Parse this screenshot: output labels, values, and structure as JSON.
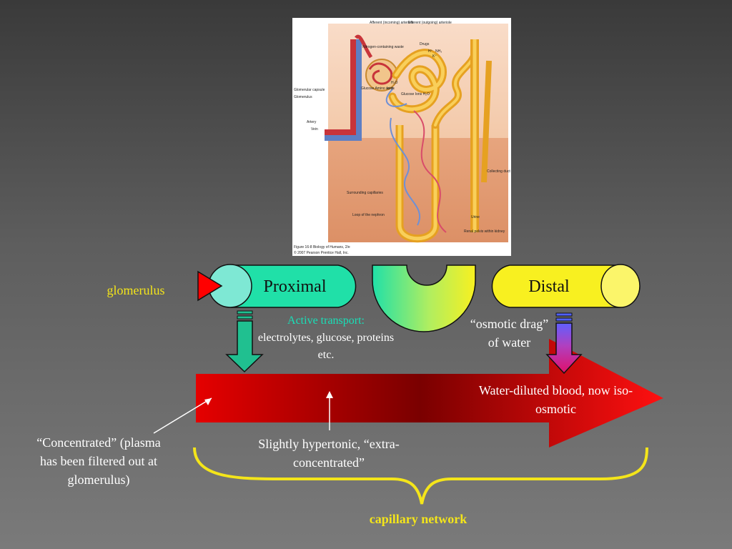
{
  "figure": {
    "labels": {
      "afferent": "Afferent (incoming) arteriole",
      "efferent": "Efferent (outgoing) arteriole",
      "nitrogen": "Nitrogen-containing waste",
      "drugs": "Drugs",
      "h_plus": "H⁺",
      "nh3": "NH₃",
      "k_plus": "K⁺",
      "glomerular_capsule": "Glomerular capsule",
      "glomerulus": "Glomerulus",
      "glucose_amino": "Glucose Amino acids",
      "h2o": "H₂O",
      "ions": "Ions",
      "glucose_ions": "Glucose Ions H₂O",
      "artery": "Artery",
      "vein": "Vein",
      "collecting_duct": "Collecting duct",
      "surrounding_capillaries": "Surrounding capillaries",
      "loop_of_nephron": "Loop of the nephron",
      "urine": "Urine",
      "renal_pelvis": "Renal pelvis within kidney",
      "caption_line1": "Figure 16-8 Biology of Humans, 2/e",
      "caption_line2": "© 2007 Pearson Prentice Hall, Inc."
    }
  },
  "labels": {
    "glomerulus": "glomerulus",
    "proximal": "Proximal",
    "distal": "Distal",
    "active_transport_title": "Active transport:",
    "active_transport_body": "electrolytes, glucose, proteins etc.",
    "osmotic_drag": "“osmotic drag” of water",
    "water_diluted": "Water-diluted blood, now iso-osmotic",
    "slightly_hypertonic": "Slightly hypertonic, “extra-concentrated”",
    "concentrated": "“Concentrated” (plasma has been filtered out at glomerulus)",
    "capillary_network": "capillary network"
  },
  "colors": {
    "proximal_fill": "#20e0a8",
    "proximal_cap": "#7ee8d4",
    "distal_fill": "#f8f020",
    "distal_cap": "#fbf56a",
    "glomerulus_triangle": "#ff0000",
    "blood_arrow_start": "#e50000",
    "blood_arrow_mid": "#7a0000",
    "blood_arrow_end": "#ff1010",
    "bracket": "#f4e51a",
    "label_yellow": "#f4e51a",
    "active_transport_title": "#18e0b8"
  }
}
